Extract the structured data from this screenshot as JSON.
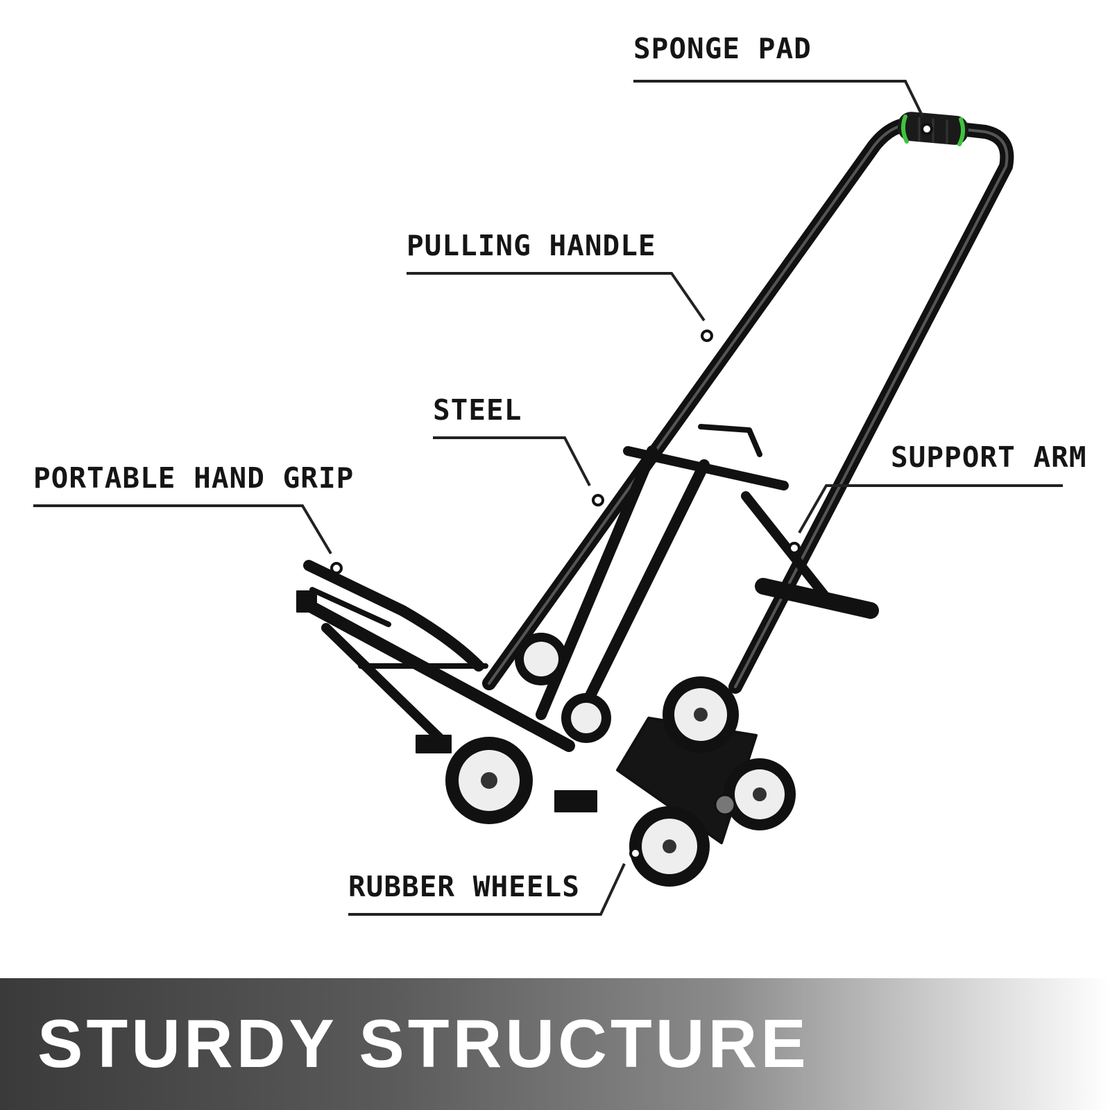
{
  "callouts": {
    "sponge_pad": "SPONGE PAD",
    "pulling_handle": "PULLING HANDLE",
    "steel": "STEEL",
    "support_arm": "SUPPORT ARM",
    "portable_hand_grip": "PORTABLE HAND GRIP",
    "rubber_wheels": "RUBBER WHEELS"
  },
  "banner": {
    "title": "STURDY STRUCTURE"
  },
  "colors": {
    "frame": "#111111",
    "grip_accent": "#3ec43e",
    "wheel_hub": "#eeeeee",
    "banner_dark": "#3a3a3a"
  }
}
